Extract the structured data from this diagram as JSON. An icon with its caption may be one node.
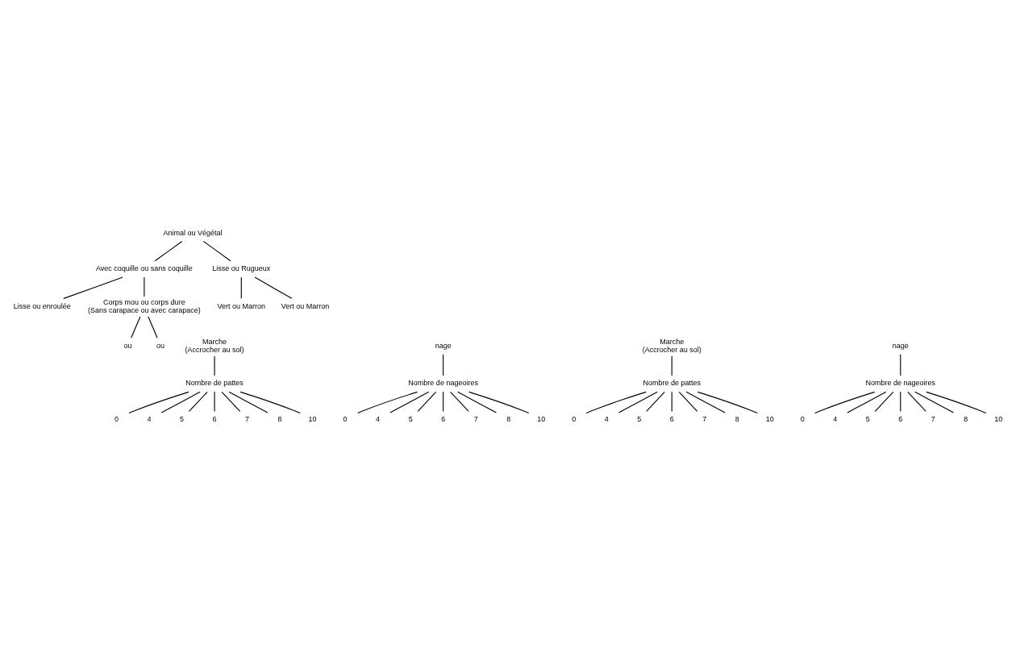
{
  "diagram": {
    "nodes": [
      {
        "text": [
          "Animal ou Végétal"
        ]
      },
      {
        "text": [
          "Avec coquille ou sans coquille"
        ]
      },
      {
        "text": [
          "Lisse ou Rugueux"
        ]
      },
      {
        "text": [
          "Lisse ou enroulée"
        ]
      },
      {
        "text": [
          "Corps mou ou corps dure",
          "(Sans carapace ou avec carapace)"
        ]
      },
      {
        "text": [
          "Vert ou Marron"
        ]
      },
      {
        "text": [
          "Vert ou Marron"
        ]
      },
      {
        "text": [
          "Marche",
          "(Accrocher au sol)"
        ]
      },
      {
        "text": [
          "ou"
        ]
      },
      {
        "text": [
          "nage"
        ]
      },
      {
        "text": [
          "Marche",
          "(Accrocher au sol)"
        ]
      },
      {
        "text": [
          "ou"
        ]
      },
      {
        "text": [
          "nage"
        ]
      },
      {
        "text": [
          "Nombre de pattes"
        ]
      },
      {
        "text": [
          "Nombre de nageoires"
        ]
      },
      {
        "text": [
          "Nombre de pattes"
        ]
      },
      {
        "text": [
          "Nombre de nageoires"
        ]
      },
      {
        "text": [
          "0"
        ]
      },
      {
        "text": [
          "4"
        ]
      },
      {
        "text": [
          "5"
        ]
      },
      {
        "text": [
          "6"
        ]
      },
      {
        "text": [
          "7"
        ]
      },
      {
        "text": [
          "8"
        ]
      },
      {
        "text": [
          "10"
        ]
      },
      {
        "text": [
          "0"
        ]
      },
      {
        "text": [
          "4"
        ]
      },
      {
        "text": [
          "5"
        ]
      },
      {
        "text": [
          "6"
        ]
      },
      {
        "text": [
          "7"
        ]
      },
      {
        "text": [
          "8"
        ]
      },
      {
        "text": [
          "10"
        ]
      },
      {
        "text": [
          "0"
        ]
      },
      {
        "text": [
          "4"
        ]
      },
      {
        "text": [
          "5"
        ]
      },
      {
        "text": [
          "6"
        ]
      },
      {
        "text": [
          "7"
        ]
      },
      {
        "text": [
          "8"
        ]
      },
      {
        "text": [
          "10"
        ]
      },
      {
        "text": [
          "0"
        ]
      },
      {
        "text": [
          "4"
        ]
      },
      {
        "text": [
          "5"
        ]
      },
      {
        "text": [
          "6"
        ]
      },
      {
        "text": [
          "7"
        ]
      },
      {
        "text": [
          "8"
        ]
      },
      {
        "text": [
          "10"
        ]
      }
    ],
    "edges": [
      {
        "from": 0,
        "to": 1,
        "arrow": "none"
      },
      {
        "from": 0,
        "to": 2,
        "arrow": "none"
      },
      {
        "from": 1,
        "to": 3,
        "arrow": "none"
      },
      {
        "from": 1,
        "to": 4,
        "arrow": "none"
      },
      {
        "from": 2,
        "to": 5,
        "arrow": "none"
      },
      {
        "from": 2,
        "to": 6,
        "arrow": "none"
      },
      {
        "from": 4,
        "to": 8,
        "arrow": "none"
      },
      {
        "from": 4,
        "to": 11,
        "arrow": "none"
      },
      {
        "from": 7,
        "to": 13,
        "arrow": "none"
      },
      {
        "from": 9,
        "to": 14,
        "arrow": "none"
      },
      {
        "from": 10,
        "to": 15,
        "arrow": "none"
      },
      {
        "from": 12,
        "to": 16,
        "arrow": "none"
      },
      {
        "from": 13,
        "to": 17,
        "arrow": "none"
      },
      {
        "from": 13,
        "to": 18,
        "arrow": "none"
      },
      {
        "from": 13,
        "to": 19,
        "arrow": "none"
      },
      {
        "from": 13,
        "to": 20,
        "arrow": "none"
      },
      {
        "from": 13,
        "to": 21,
        "arrow": "none"
      },
      {
        "from": 13,
        "to": 22,
        "arrow": "none"
      },
      {
        "from": 13,
        "to": 23,
        "arrow": "none"
      },
      {
        "from": 14,
        "to": 24,
        "arrow": "none"
      },
      {
        "from": 14,
        "to": 25,
        "arrow": "none"
      },
      {
        "from": 14,
        "to": 26,
        "arrow": "none"
      },
      {
        "from": 14,
        "to": 27,
        "arrow": "none"
      },
      {
        "from": 14,
        "to": 28,
        "arrow": "none"
      },
      {
        "from": 14,
        "to": 29,
        "arrow": "none"
      },
      {
        "from": 14,
        "to": 30,
        "arrow": "none"
      },
      {
        "from": 15,
        "to": 31,
        "arrow": "none"
      },
      {
        "from": 15,
        "to": 32,
        "arrow": "none"
      },
      {
        "from": 15,
        "to": 33,
        "arrow": "none"
      },
      {
        "from": 15,
        "to": 34,
        "arrow": "none"
      },
      {
        "from": 15,
        "to": 35,
        "arrow": "none"
      },
      {
        "from": 15,
        "to": 36,
        "arrow": "none"
      },
      {
        "from": 15,
        "to": 37,
        "arrow": "none"
      },
      {
        "from": 16,
        "to": 38,
        "arrow": "none"
      },
      {
        "from": 16,
        "to": 39,
        "arrow": "none"
      },
      {
        "from": 16,
        "to": 40,
        "arrow": "none"
      },
      {
        "from": 16,
        "to": 41,
        "arrow": "none"
      },
      {
        "from": 16,
        "to": 42,
        "arrow": "none"
      },
      {
        "from": 16,
        "to": 43,
        "arrow": "none"
      },
      {
        "from": 16,
        "to": 44,
        "arrow": "none"
      }
    ]
  }
}
